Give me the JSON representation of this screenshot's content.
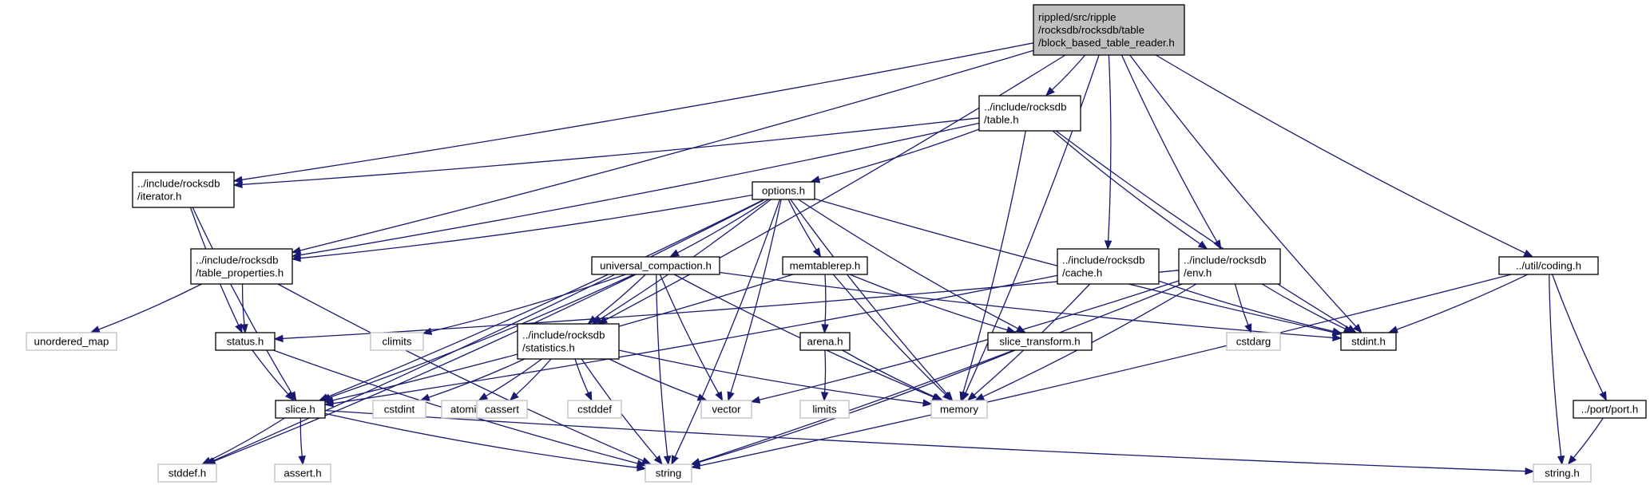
{
  "graph": {
    "nodes": [
      {
        "id": "main",
        "kind": "main",
        "lines": [
          "rippled/src/ripple",
          "/rocksdb/rocksdb/table",
          "/block_based_table_reader.h"
        ]
      },
      {
        "id": "table",
        "kind": "local",
        "lines": [
          "../include/rocksdb",
          "/table.h"
        ]
      },
      {
        "id": "iterator",
        "kind": "local",
        "lines": [
          "../include/rocksdb",
          "/iterator.h"
        ]
      },
      {
        "id": "options",
        "kind": "local",
        "lines": [
          "options.h"
        ]
      },
      {
        "id": "table_properties",
        "kind": "local",
        "lines": [
          "../include/rocksdb",
          "/table_properties.h"
        ]
      },
      {
        "id": "universal_compaction",
        "kind": "local",
        "lines": [
          "universal_compaction.h"
        ]
      },
      {
        "id": "memtablerep",
        "kind": "local",
        "lines": [
          "memtablerep.h"
        ]
      },
      {
        "id": "cache",
        "kind": "local",
        "lines": [
          "../include/rocksdb",
          "/cache.h"
        ]
      },
      {
        "id": "env",
        "kind": "local",
        "lines": [
          "../include/rocksdb",
          "/env.h"
        ]
      },
      {
        "id": "coding",
        "kind": "local",
        "lines": [
          "../util/coding.h"
        ]
      },
      {
        "id": "unordered_map",
        "kind": "sys",
        "lines": [
          "unordered_map"
        ]
      },
      {
        "id": "status",
        "kind": "local",
        "lines": [
          "status.h"
        ]
      },
      {
        "id": "climits",
        "kind": "sys",
        "lines": [
          "climits"
        ]
      },
      {
        "id": "statistics",
        "kind": "local",
        "lines": [
          "../include/rocksdb",
          "/statistics.h"
        ]
      },
      {
        "id": "arena",
        "kind": "local",
        "lines": [
          "arena.h"
        ]
      },
      {
        "id": "slice_transform",
        "kind": "local",
        "lines": [
          "slice_transform.h"
        ]
      },
      {
        "id": "cstdarg",
        "kind": "sys",
        "lines": [
          "cstdarg"
        ]
      },
      {
        "id": "stdint",
        "kind": "local",
        "lines": [
          "stdint.h"
        ]
      },
      {
        "id": "slice",
        "kind": "local",
        "lines": [
          "slice.h"
        ]
      },
      {
        "id": "cstdint",
        "kind": "sys",
        "lines": [
          "cstdint"
        ]
      },
      {
        "id": "atomic",
        "kind": "sys",
        "lines": [
          "atomic"
        ]
      },
      {
        "id": "cassert",
        "kind": "sys",
        "lines": [
          "cassert"
        ]
      },
      {
        "id": "cstddef",
        "kind": "sys",
        "lines": [
          "cstddef"
        ]
      },
      {
        "id": "vector",
        "kind": "sys",
        "lines": [
          "vector"
        ]
      },
      {
        "id": "limits",
        "kind": "sys",
        "lines": [
          "limits"
        ]
      },
      {
        "id": "memory",
        "kind": "sys",
        "lines": [
          "memory"
        ]
      },
      {
        "id": "port",
        "kind": "local",
        "lines": [
          "../port/port.h"
        ]
      },
      {
        "id": "stddef",
        "kind": "sys",
        "lines": [
          "stddef.h"
        ]
      },
      {
        "id": "assert",
        "kind": "sys",
        "lines": [
          "assert.h"
        ]
      },
      {
        "id": "string",
        "kind": "sys",
        "lines": [
          "string"
        ]
      },
      {
        "id": "string_h",
        "kind": "sys",
        "lines": [
          "string.h"
        ]
      }
    ],
    "edges": [
      [
        "main",
        "table"
      ],
      [
        "main",
        "iterator"
      ],
      [
        "main",
        "table_properties"
      ],
      [
        "main",
        "statistics"
      ],
      [
        "main",
        "cache"
      ],
      [
        "main",
        "env"
      ],
      [
        "main",
        "stdint"
      ],
      [
        "main",
        "memory"
      ],
      [
        "main",
        "coding"
      ],
      [
        "table",
        "iterator"
      ],
      [
        "table",
        "options"
      ],
      [
        "table",
        "table_properties"
      ],
      [
        "table",
        "env"
      ],
      [
        "table",
        "stdint"
      ],
      [
        "table",
        "memory"
      ],
      [
        "iterator",
        "slice"
      ],
      [
        "iterator",
        "status"
      ],
      [
        "options",
        "table_properties"
      ],
      [
        "options",
        "universal_compaction"
      ],
      [
        "options",
        "memtablerep"
      ],
      [
        "options",
        "statistics"
      ],
      [
        "options",
        "slice"
      ],
      [
        "options",
        "stddef"
      ],
      [
        "options",
        "stdint"
      ],
      [
        "options",
        "vector"
      ],
      [
        "options",
        "memory"
      ],
      [
        "options",
        "slice_transform"
      ],
      [
        "options",
        "string"
      ],
      [
        "table_properties",
        "unordered_map"
      ],
      [
        "table_properties",
        "status"
      ],
      [
        "table_properties",
        "string"
      ],
      [
        "universal_compaction",
        "stddef"
      ],
      [
        "universal_compaction",
        "climits"
      ],
      [
        "universal_compaction",
        "slice"
      ],
      [
        "universal_compaction",
        "statistics"
      ],
      [
        "universal_compaction",
        "stdint"
      ],
      [
        "universal_compaction",
        "vector"
      ],
      [
        "universal_compaction",
        "string"
      ],
      [
        "universal_compaction",
        "memory"
      ],
      [
        "memtablerep",
        "slice"
      ],
      [
        "memtablerep",
        "arena"
      ],
      [
        "memtablerep",
        "memory"
      ],
      [
        "memtablerep",
        "slice_transform"
      ],
      [
        "cache",
        "slice"
      ],
      [
        "cache",
        "stdint"
      ],
      [
        "cache",
        "memory"
      ],
      [
        "env",
        "status"
      ],
      [
        "env",
        "vector"
      ],
      [
        "env",
        "cstdarg"
      ],
      [
        "env",
        "stdint"
      ],
      [
        "env",
        "memory"
      ],
      [
        "env",
        "string"
      ],
      [
        "coding",
        "stdint"
      ],
      [
        "coding",
        "string_h"
      ],
      [
        "coding",
        "port"
      ],
      [
        "coding",
        "string"
      ],
      [
        "status",
        "slice"
      ],
      [
        "status",
        "string"
      ],
      [
        "statistics",
        "cstdint"
      ],
      [
        "statistics",
        "atomic"
      ],
      [
        "statistics",
        "cassert"
      ],
      [
        "statistics",
        "cstddef"
      ],
      [
        "statistics",
        "vector"
      ],
      [
        "statistics",
        "string"
      ],
      [
        "statistics",
        "memory"
      ],
      [
        "arena",
        "limits"
      ],
      [
        "arena",
        "memory"
      ],
      [
        "slice_transform",
        "string"
      ],
      [
        "slice",
        "stddef"
      ],
      [
        "slice",
        "assert"
      ],
      [
        "slice",
        "string"
      ],
      [
        "slice",
        "string_h"
      ],
      [
        "port",
        "string_h"
      ]
    ]
  }
}
